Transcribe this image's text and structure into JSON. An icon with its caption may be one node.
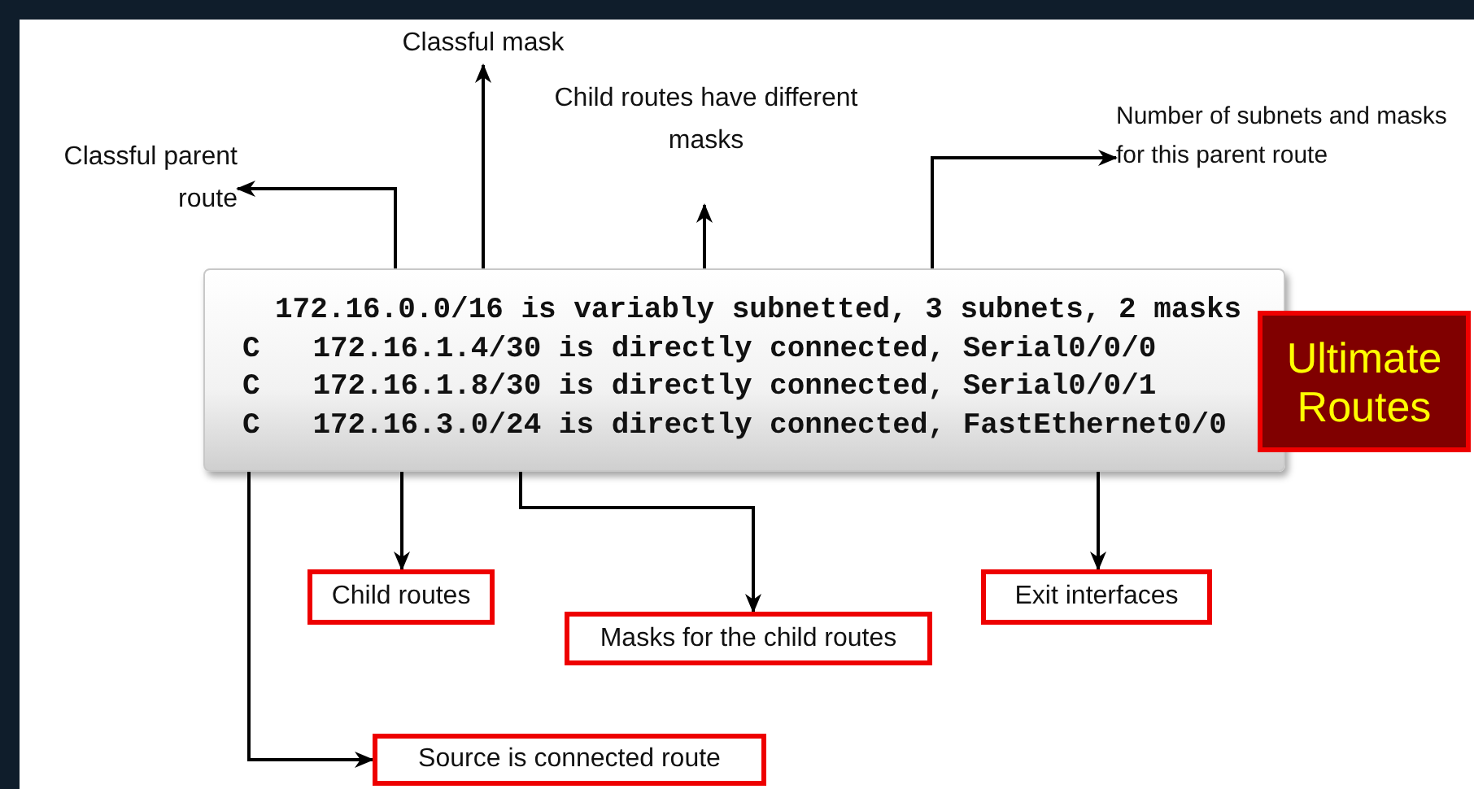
{
  "diagram": {
    "nodes": [
      {
        "text": [
          "Classful mask"
        ]
      },
      {
        "text": [
          "Child routes have different masks"
        ]
      },
      {
        "text": [
          "Number of subnets and masks for this parent route"
        ]
      },
      {
        "text": [
          "Classful parent route"
        ]
      },
      {
        "text": [
          "172.16.0.0/16 is variably subnetted, 3 subnets, 2 masks",
          "C   172.16.1.4/30 is directly connected, Serial0/0/0",
          "C   172.16.1.8/30 is directly connected, Serial0/0/1",
          "C   172.16.3.0/24 is directly connected, FastEthernet0/0"
        ]
      },
      {
        "text": [
          "Ultimate Routes"
        ]
      },
      {
        "text": [
          "Child routes"
        ]
      },
      {
        "text": [
          "Masks for the child routes"
        ]
      },
      {
        "text": [
          "Exit interfaces"
        ]
      },
      {
        "text": [
          "Source is connected route"
        ]
      }
    ],
    "edges": [
      {
        "from": 4,
        "to": 0,
        "arrow": "to"
      },
      {
        "from": 4,
        "to": 1,
        "arrow": "to"
      },
      {
        "from": 4,
        "to": 2,
        "arrow": "to"
      },
      {
        "from": 4,
        "to": 3,
        "arrow": "to"
      },
      {
        "from": 4,
        "to": 6,
        "arrow": "to"
      },
      {
        "from": 4,
        "to": 7,
        "arrow": "to"
      },
      {
        "from": 4,
        "to": 8,
        "arrow": "to"
      },
      {
        "from": 4,
        "to": 9,
        "arrow": "to"
      }
    ]
  }
}
